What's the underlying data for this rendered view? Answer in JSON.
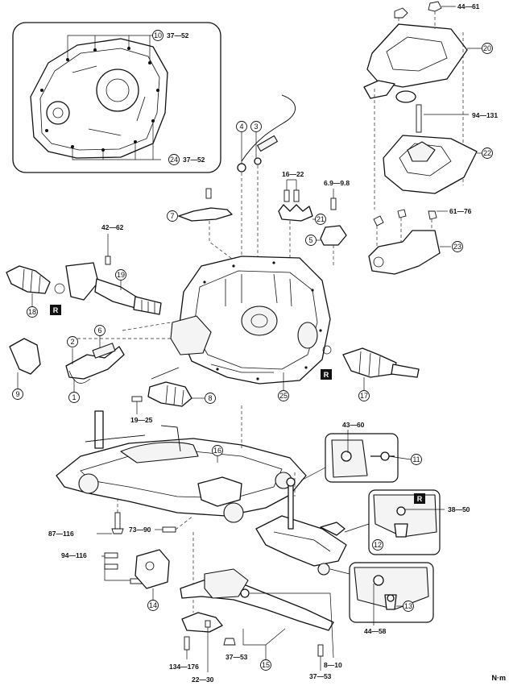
{
  "diagram": {
    "callouts": {
      "c1": "1",
      "c2": "2",
      "c3": "3",
      "c4": "4",
      "c5": "5",
      "c6": "6",
      "c7": "7",
      "c8": "8",
      "c9": "9",
      "c10": "10",
      "c11": "11",
      "c12": "12",
      "c13": "13",
      "c14": "14",
      "c15": "15",
      "c16": "16",
      "c17": "17",
      "c18": "18",
      "c19": "19",
      "c20": "20",
      "c21": "21",
      "c22": "22",
      "c23": "23",
      "c24": "24",
      "c25": "25"
    },
    "torques": {
      "t_10": "37—52",
      "t_24": "37—52",
      "t_20": "44—61",
      "t_94_131": "94—131",
      "t_16_22": "16—22",
      "t_6_9": "6.9—9.8",
      "t_61_76": "61—76",
      "t_42_62": "42—62",
      "t_19_25": "19—25",
      "t_43_60": "43—60",
      "t_38_50": "38—50",
      "t_87_116": "87—116",
      "t_73_90": "73—90",
      "t_94_116": "94—116",
      "t_44_58": "44—58",
      "t_134_176": "134—176",
      "t_22_30": "22—30",
      "t_37_53a": "37—53",
      "t_37_53b": "37—53",
      "t_8_10": "8—10"
    },
    "replace_marks": [
      "R",
      "R",
      "R"
    ],
    "unit_label": "N·m"
  }
}
